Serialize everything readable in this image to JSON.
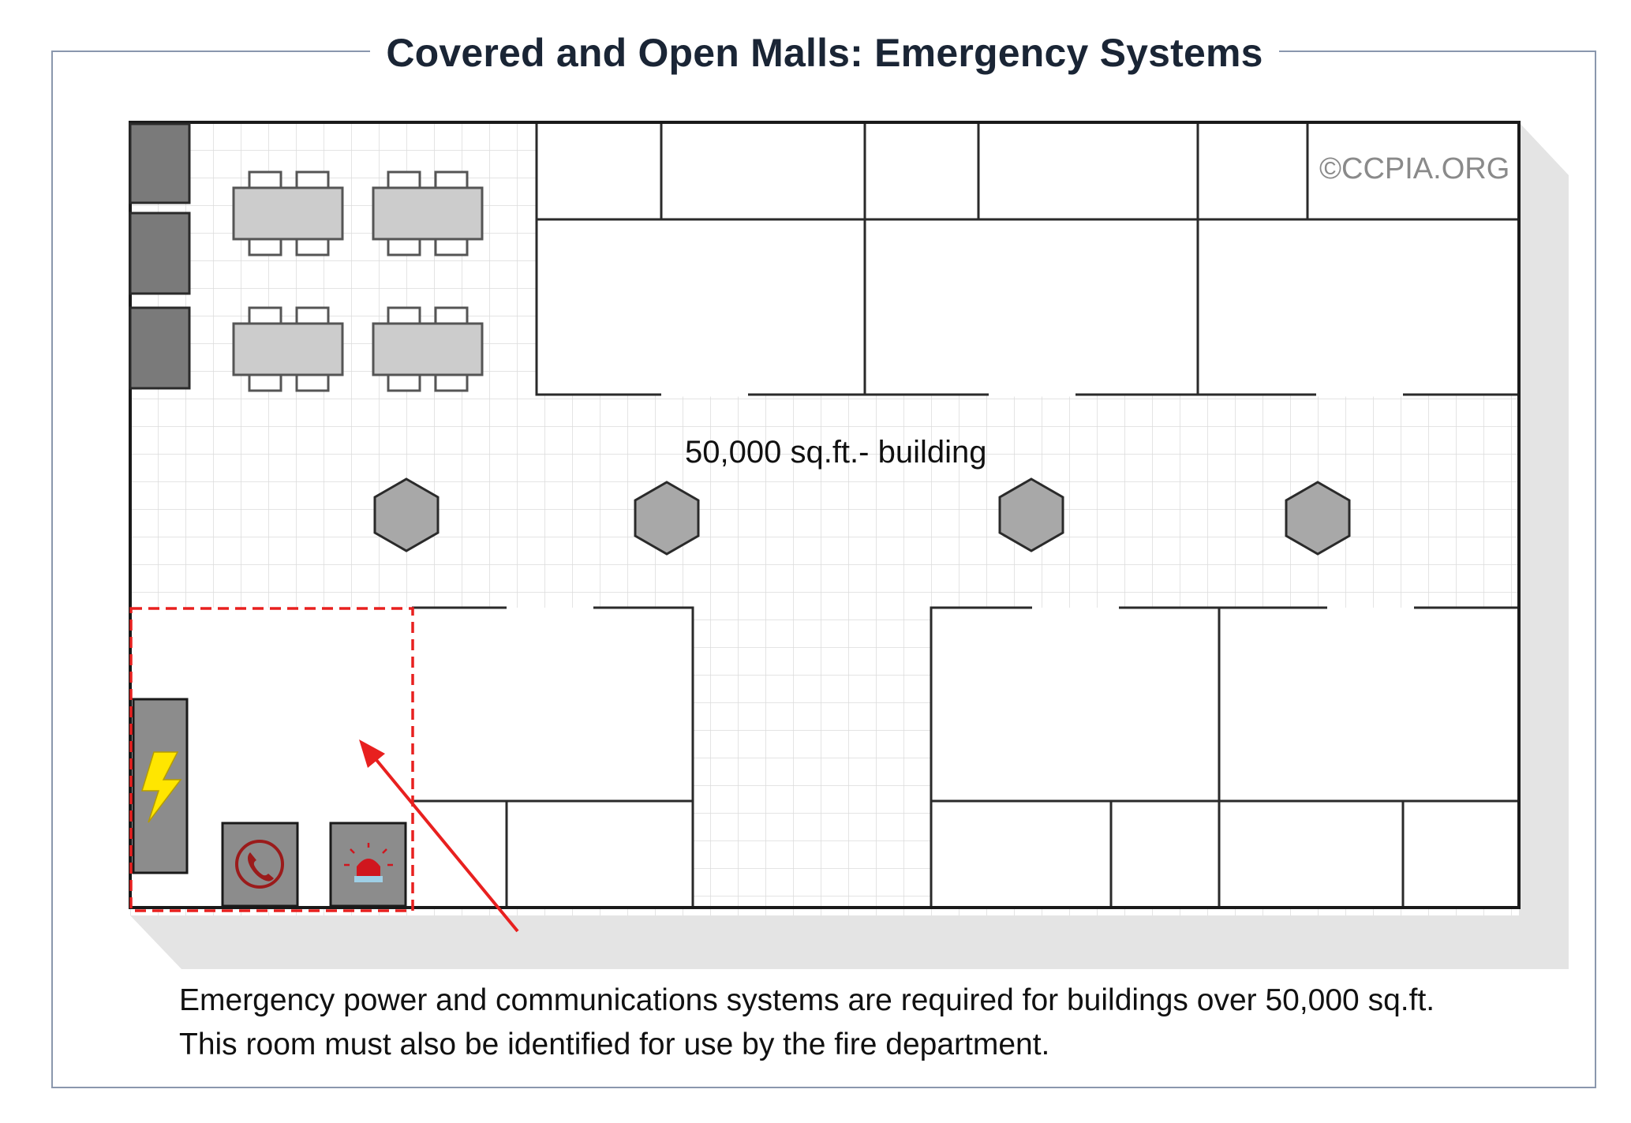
{
  "title": "Covered and Open Malls: Emergency Systems",
  "copyright": "©CCPIA.ORG",
  "building_label": "50,000 sq.ft.- building",
  "caption": {
    "line1": "Emergency power and communications systems are required for buildings over 50,000 sq.ft.",
    "line2": "This room must also be identified for use by the fire department."
  },
  "icons": {
    "power": "lightning-bolt-icon",
    "phone": "phone-icon",
    "alarm": "siren-icon"
  },
  "colors": {
    "highlight": "#e8201f",
    "wall": "#2a2a2a",
    "grid": "#dcdcdc",
    "shadow": "#e4e4e4",
    "title": "#1a2535",
    "bolt": "#ffe600"
  }
}
